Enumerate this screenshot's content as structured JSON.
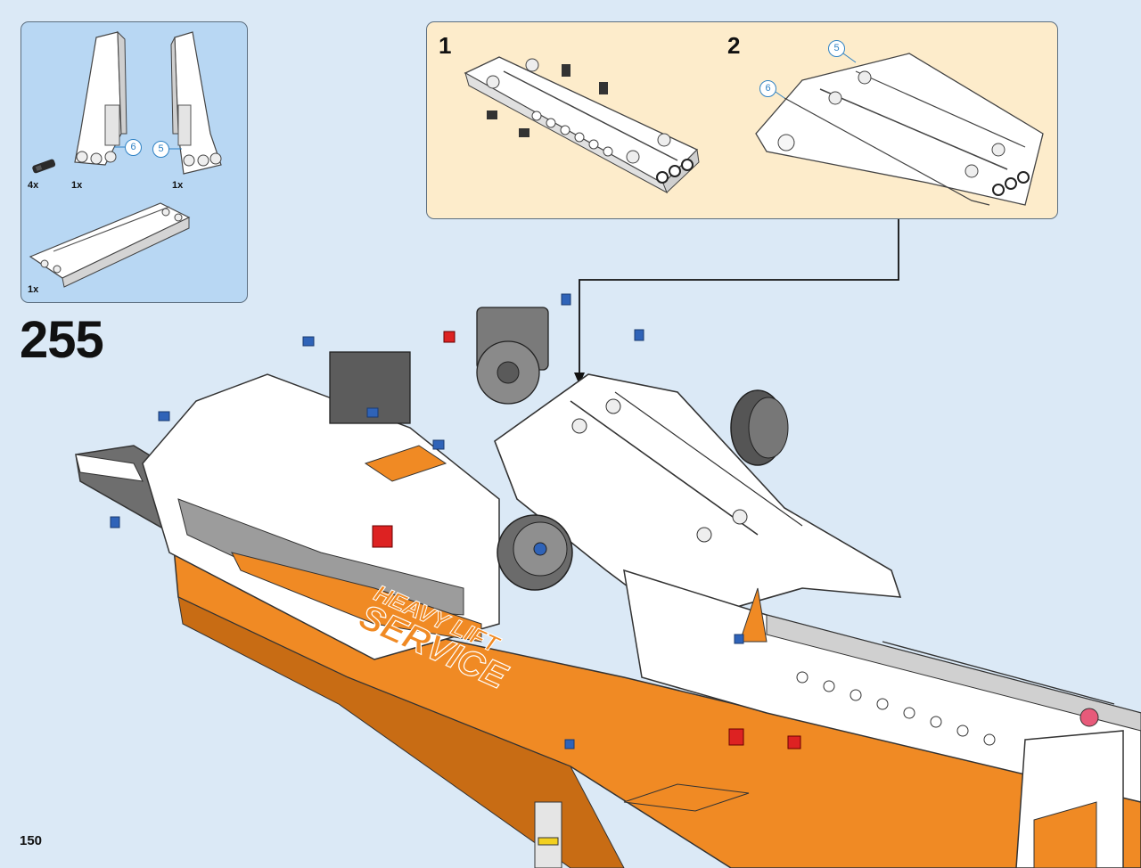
{
  "parts_list": {
    "items": [
      {
        "name": "axle-connector-pin",
        "qty": "4x"
      },
      {
        "name": "right-panel-fairing",
        "qty": "1x"
      },
      {
        "name": "left-panel-fairing",
        "qty": "1x"
      },
      {
        "name": "beam-panel-plate",
        "qty": "1x"
      }
    ],
    "callouts": [
      "6",
      "5"
    ]
  },
  "substeps": {
    "first": {
      "number": "1"
    },
    "second": {
      "number": "2",
      "callouts": [
        "5",
        "6"
      ]
    }
  },
  "step": {
    "number": "255"
  },
  "model": {
    "decal_line1": "HEAVY LIFT",
    "decal_line2": "SERVICE"
  },
  "page": {
    "number": "150"
  },
  "colors": {
    "background": "#dbe9f6",
    "parts_panel": "#b8d7f3",
    "substep_panel": "#fdeccb",
    "orange": "#f08a24",
    "callout_blue": "#2f82c4"
  }
}
